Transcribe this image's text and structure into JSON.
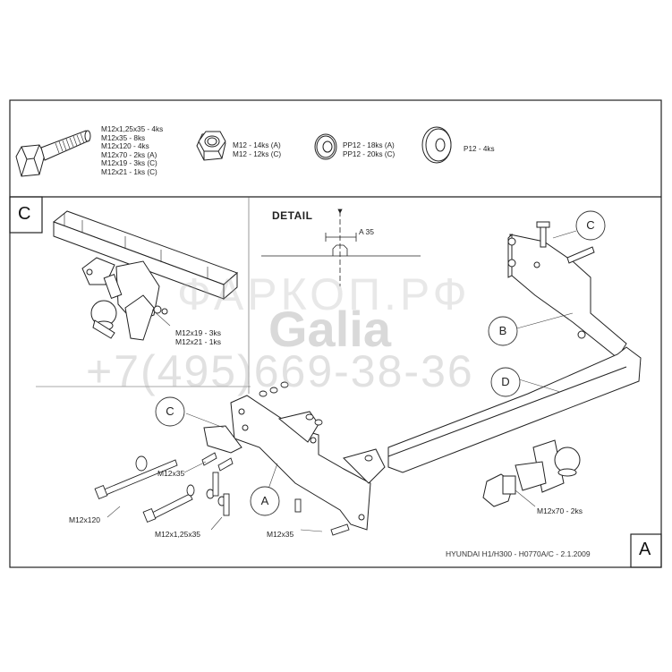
{
  "hardware": {
    "bolt_list": [
      "M12x1,25x35 - 4ks",
      "M12x35 - 8ks",
      "M12x120 - 4ks",
      "M12x70 - 2ks (A)",
      "M12x19 - 3ks (C)",
      "M12x21 - 1ks (C)"
    ],
    "nut_list": [
      "M12 - 14ks (A)",
      "M12 - 12ks (C)"
    ],
    "washer_list": [
      "PP12 - 18ks (A)",
      "PP12 - 20ks (C)"
    ],
    "plate_washer": "P12 - 4ks"
  },
  "sections": {
    "c_box": "C",
    "a_box": "A",
    "detail_title": "DETAIL",
    "detail_dim": "A 35"
  },
  "callouts": {
    "c_top": "C",
    "b": "B",
    "d": "D",
    "c_left": "C",
    "a_mid": "A"
  },
  "labels": {
    "c_bolts_1": "M12x19 - 3ks",
    "c_bolts_2": "M12x21 - 1ks",
    "m12x35_upper": "M12x35",
    "m12x120": "M12x120",
    "m12x125x35": "M12x1,25x35",
    "m12x35_lower": "M12x35",
    "m12x70": "M12x70 - 2ks"
  },
  "footer": "HYUNDAI H1/H300 - H0770A/C - 2.1.2009",
  "watermark": {
    "logo": "Galia",
    "brand": "ФАРКОП.РФ",
    "phone": "+7(495)669-38-36"
  }
}
